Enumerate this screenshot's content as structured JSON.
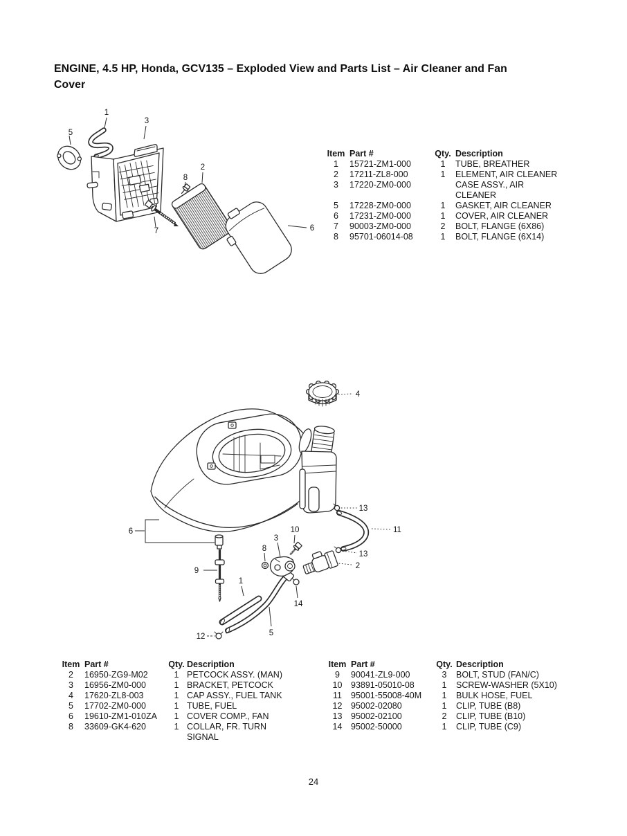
{
  "page": {
    "title": "ENGINE, 4.5 HP, Honda, GCV135 – Exploded View and Parts List – Air Cleaner and Fan\nCover",
    "page_number": "24"
  },
  "tables": {
    "air_cleaner": {
      "headers": [
        "Item",
        "Part #",
        "Qty.",
        "Description"
      ],
      "rows": [
        {
          "item": "1",
          "part": "15721-ZM1-000",
          "qty": "1",
          "desc": "TUBE, BREATHER"
        },
        {
          "item": "2",
          "part": "17211-ZL8-000",
          "qty": "1",
          "desc": "ELEMENT, AIR CLEANER"
        },
        {
          "item": "3",
          "part": "17220-ZM0-000",
          "qty": "",
          "desc": "CASE ASSY., AIR\nCLEANER"
        },
        {
          "item": "5",
          "part": "17228-ZM0-000",
          "qty": "1",
          "desc": "GASKET, AIR CLEANER"
        },
        {
          "item": "6",
          "part": "17231-ZM0-000",
          "qty": "1",
          "desc": "COVER, AIR CLEANER"
        },
        {
          "item": "7",
          "part": "90003-ZM0-000",
          "qty": "2",
          "desc": "BOLT, FLANGE (6X86)"
        },
        {
          "item": "8",
          "part": "95701-06014-08",
          "qty": "1",
          "desc": "BOLT, FLANGE (6X14)"
        }
      ]
    },
    "fan_cover_left": {
      "headers": [
        "Item",
        "Part #",
        "Qty.",
        "Description"
      ],
      "rows": [
        {
          "item": "2",
          "part": "16950-ZG9-M02",
          "qty": "1",
          "desc": "PETCOCK ASSY. (MAN)"
        },
        {
          "item": "3",
          "part": "16956-ZM0-000",
          "qty": "1",
          "desc": "BRACKET, PETCOCK"
        },
        {
          "item": "4",
          "part": "17620-ZL8-003",
          "qty": "1",
          "desc": "CAP ASSY., FUEL TANK"
        },
        {
          "item": "5",
          "part": "17702-ZM0-000",
          "qty": "1",
          "desc": "TUBE, FUEL"
        },
        {
          "item": "6",
          "part": "19610-ZM1-010ZA",
          "qty": "1",
          "desc": "COVER COMP., FAN"
        },
        {
          "item": "8",
          "part": "33609-GK4-620",
          "qty": "1",
          "desc": "COLLAR, FR. TURN\nSIGNAL"
        }
      ]
    },
    "fan_cover_right": {
      "headers": [
        "Item",
        "Part #",
        "Qty.",
        "Description"
      ],
      "rows": [
        {
          "item": "9",
          "part": "90041-ZL9-000",
          "qty": "3",
          "desc": "BOLT, STUD (FAN/C)"
        },
        {
          "item": "10",
          "part": "93891-05010-08",
          "qty": "1",
          "desc": "SCREW-WASHER (5X10)"
        },
        {
          "item": "11",
          "part": "95001-55008-40M",
          "qty": "1",
          "desc": "BULK HOSE, FUEL"
        },
        {
          "item": "12",
          "part": "95002-02080",
          "qty": "1",
          "desc": "CLIP, TUBE (B8)"
        },
        {
          "item": "13",
          "part": "95002-02100",
          "qty": "2",
          "desc": "CLIP, TUBE (B10)"
        },
        {
          "item": "14",
          "part": "95002-50000",
          "qty": "1",
          "desc": "CLIP, TUBE (C9)"
        }
      ]
    }
  },
  "diagrams": {
    "air_cleaner": {
      "callouts": [
        "1",
        "5",
        "3",
        "8",
        "2",
        "7",
        "6"
      ]
    },
    "fan_cover": {
      "callouts": [
        "4",
        "13",
        "11",
        "6",
        "10",
        "3",
        "13",
        "8",
        "2",
        "9",
        "1",
        "14",
        "5",
        "12"
      ]
    }
  },
  "colors": {
    "line_art": "#2b2b2b",
    "text": "#111111"
  }
}
